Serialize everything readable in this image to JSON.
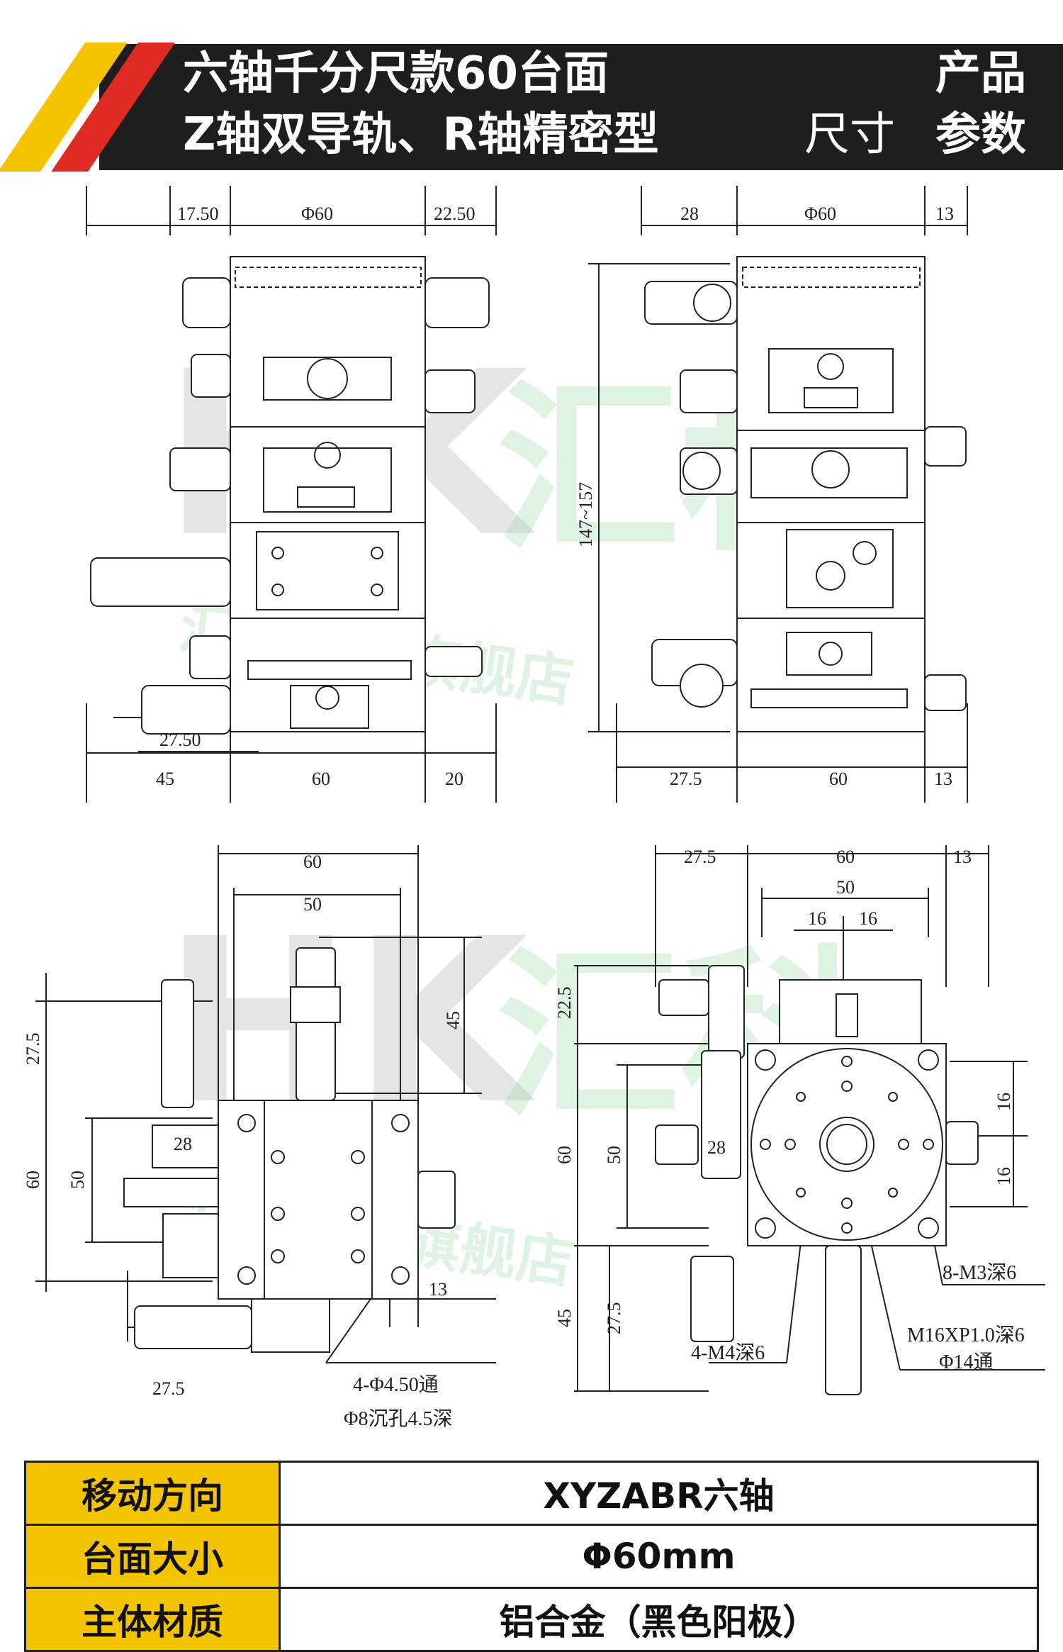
{
  "header": {
    "title_line1": "六轴千分尺款60台面",
    "title_line2": "Z轴双导轨、R轴精密型",
    "right_top": "产品",
    "right_bottom_light": "尺寸",
    "right_bottom_bold": "参数",
    "stripe_colors": [
      "#f5c400",
      "#e02a24"
    ]
  },
  "watermark": {
    "big": "HK汇科",
    "small": "汇科官方旗舰店"
  },
  "views": {
    "front_left": {
      "dims": [
        "17.50",
        "Φ60",
        "22.50",
        "27.50",
        "45",
        "60",
        "20"
      ]
    },
    "front_right": {
      "dims": [
        "28",
        "Φ60",
        "13",
        "147~157",
        "27.5",
        "60",
        "13"
      ]
    },
    "top_left": {
      "dims": [
        "60",
        "50",
        "45",
        "27.5",
        "60",
        "50",
        "28",
        "13",
        "27.5"
      ],
      "note_line1": "4-Φ4.50通",
      "note_line2": "Φ8沉孔4.5深"
    },
    "top_right": {
      "dims": [
        "27.5",
        "60",
        "13",
        "50",
        "16",
        "16",
        "22.5",
        "60",
        "50",
        "28",
        "45",
        "27.5",
        "16",
        "16"
      ],
      "note_m3": "8-M3深6",
      "note_m16": "M16XP1.0深6",
      "note_phi14": "Φ14通",
      "note_m4": "4-M4深6"
    }
  },
  "specs": [
    {
      "label": "移动方向",
      "value": "XYZABR六轴"
    },
    {
      "label": "台面大小",
      "value": "Φ60mm"
    },
    {
      "label": "主体材质",
      "value": "铝合金（黑色阳极）"
    }
  ]
}
